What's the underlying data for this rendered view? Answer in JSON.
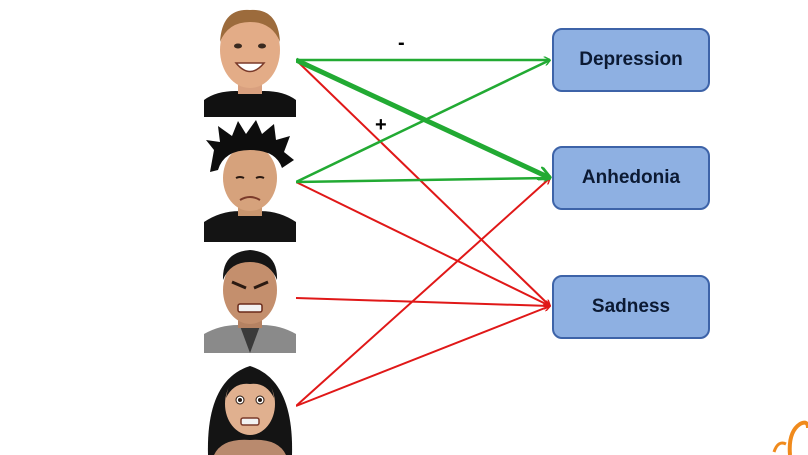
{
  "nodes": {
    "depression": "Depression",
    "anhedonia": "Anhedonia",
    "sadness": "Sadness"
  },
  "annotations": {
    "minus_sign": "-",
    "plus_sign": "+"
  },
  "faces": [
    {
      "expression": "happy"
    },
    {
      "expression": "sad"
    },
    {
      "expression": "angry"
    },
    {
      "expression": "fearful"
    }
  ],
  "colors": {
    "positive_link": "#22aa33",
    "negative_link": "#e01818",
    "box_fill": "#8eb0e2",
    "box_border": "#3d63a8"
  }
}
